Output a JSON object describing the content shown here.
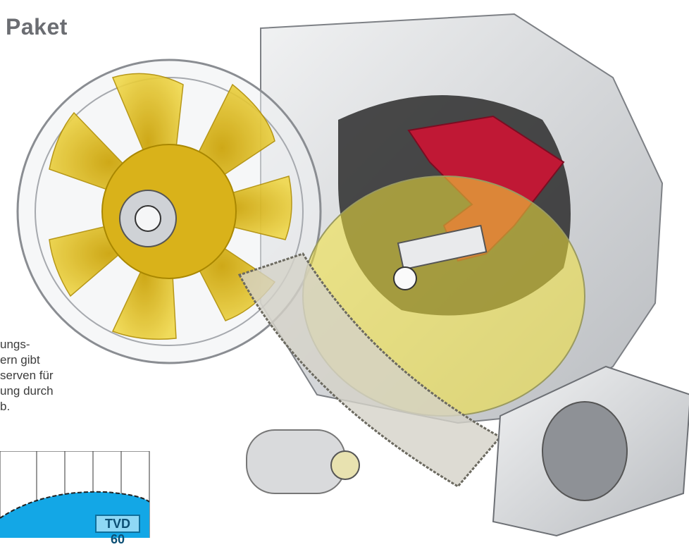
{
  "title": "Paket",
  "caption_lines": [
    "ungs-",
    "ern gibt",
    "serven für",
    "ung durch",
    "b."
  ],
  "chart_label": "TVD 60",
  "illustration": {
    "description_icon": "axial-fan-gearbox-cutaway-icon",
    "colors": {
      "fan": "#e6c400",
      "fan_light": "#f2e04a",
      "housing": "#d8dadd",
      "housing_dark": "#9ea1a6",
      "red_arm": "#c01835",
      "gear": "#c9c7bf",
      "chart_fill": "#13a7e6",
      "chart_border": "#0f6f9c"
    }
  }
}
